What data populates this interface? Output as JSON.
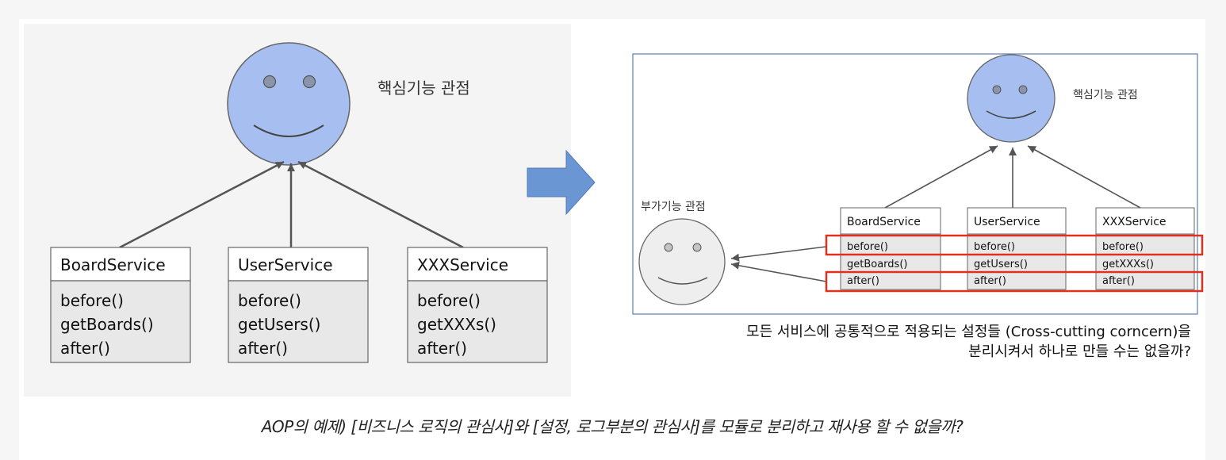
{
  "left_panel": {
    "core_label": "핵심기능 관점",
    "services": [
      {
        "name": "BoardService",
        "methods": [
          "before()",
          "getBoards()",
          "after()"
        ]
      },
      {
        "name": "UserService",
        "methods": [
          "before()",
          "getUsers()",
          "after()"
        ]
      },
      {
        "name": "XXXService",
        "methods": [
          "before()",
          "getXXXs()",
          "after()"
        ]
      }
    ]
  },
  "right_panel": {
    "core_label": "핵심기능 관점",
    "additional_label": "부가기능 관점",
    "services": [
      {
        "name": "BoardService",
        "methods": [
          "before()",
          "getBoards()",
          "after()"
        ]
      },
      {
        "name": "UserService",
        "methods": [
          "before()",
          "getUsers()",
          "after()"
        ]
      },
      {
        "name": "XXXService",
        "methods": [
          "before()",
          "getXXXs()",
          "after()"
        ]
      }
    ],
    "question_line1": "모든 서비스에 공통적으로 적용되는 설정들 (Cross-cutting corncern)을",
    "question_line2": "분리시켜서 하나로 만들 수는 없을까?"
  },
  "caption": "AOP의 예제) [비즈니스 로직의 관심사]와 [설정, 로그부분의 관심사]를 모듈로 분리하고 재사용 할 수 없을까?",
  "colors": {
    "face_blue": "#a6bff0",
    "face_gray": "#eeeeee",
    "highlight": "#e0301e",
    "arrow_blue": "#6b96d4",
    "frame": "#5b7fb8"
  }
}
